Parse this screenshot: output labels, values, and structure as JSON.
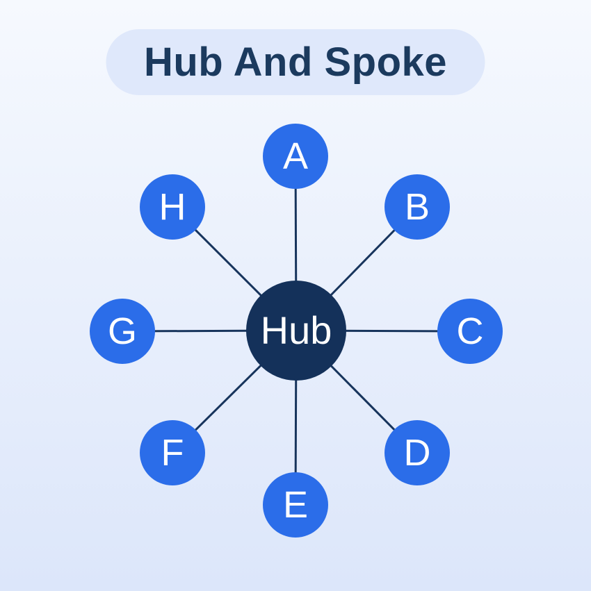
{
  "title": {
    "text": "Hub And Spoke"
  },
  "hub": {
    "label": "Hub"
  },
  "nodes": [
    {
      "id": "A",
      "label": "A",
      "position": "top"
    },
    {
      "id": "B",
      "label": "B",
      "position": "top-right"
    },
    {
      "id": "C",
      "label": "C",
      "position": "right"
    },
    {
      "id": "D",
      "label": "D",
      "position": "bottom-right"
    },
    {
      "id": "E",
      "label": "E",
      "position": "bottom"
    },
    {
      "id": "F",
      "label": "F",
      "position": "bottom-left"
    },
    {
      "id": "G",
      "label": "G",
      "position": "left"
    },
    {
      "id": "H",
      "label": "H",
      "position": "top-left"
    }
  ],
  "colors": {
    "bg_top": "#f6f9fe",
    "bg_bottom": "#dce6fa",
    "node_fill": "#2b6de9",
    "hub_fill": "#14315a",
    "spoke_line": "#17345c",
    "title_text": "#1b3a5e",
    "title_pill_bg": "#dfe8fb",
    "node_text": "#ffffff"
  }
}
